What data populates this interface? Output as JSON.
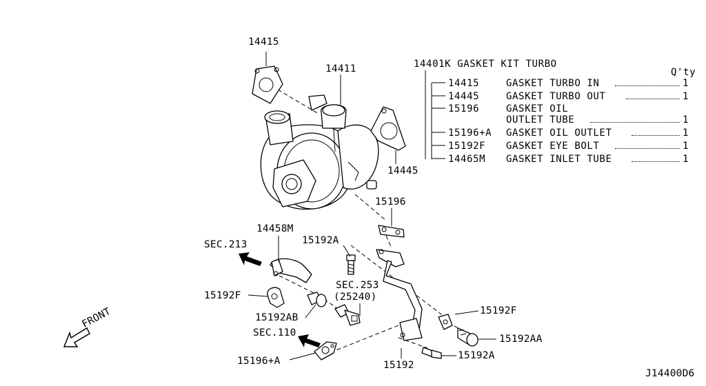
{
  "callouts": {
    "p14415": "14415",
    "p14411": "14411",
    "p14445": "14445",
    "p15196": "15196",
    "p14458m": "14458M",
    "sec213": "SEC.213",
    "p15192a_top": "15192A",
    "sec253": "SEC.253",
    "sec253_sub": "(25240)",
    "p15192f_left": "15192F",
    "p15192ab": "15192AB",
    "sec110": "SEC.110",
    "p15196a": "15196+A",
    "p15192": "15192",
    "p15192f_right": "15192F",
    "p15192aa": "15192AA",
    "p15192a_bottom": "15192A",
    "front": "FRONT",
    "diagram_code": "J14400D6"
  },
  "kit": {
    "header": "14401K GASKET KIT TURBO",
    "qty_header": "Q'ty",
    "items": [
      {
        "part": "14415",
        "desc": "GASKET TURBO IN",
        "desc2": "",
        "qty": "1"
      },
      {
        "part": "14445",
        "desc": "GASKET TURBO OUT",
        "desc2": "",
        "qty": "1"
      },
      {
        "part": "15196",
        "desc": "GASKET OIL",
        "desc2": "OUTLET TUBE",
        "qty": "1"
      },
      {
        "part": "15196+A",
        "desc": "GASKET OIL OUTLET",
        "desc2": "",
        "qty": "1"
      },
      {
        "part": "15192F",
        "desc": "GASKET EYE BOLT",
        "desc2": "",
        "qty": "1"
      },
      {
        "part": "14465M",
        "desc": "GASKET INLET TUBE",
        "desc2": "",
        "qty": "1"
      }
    ]
  }
}
